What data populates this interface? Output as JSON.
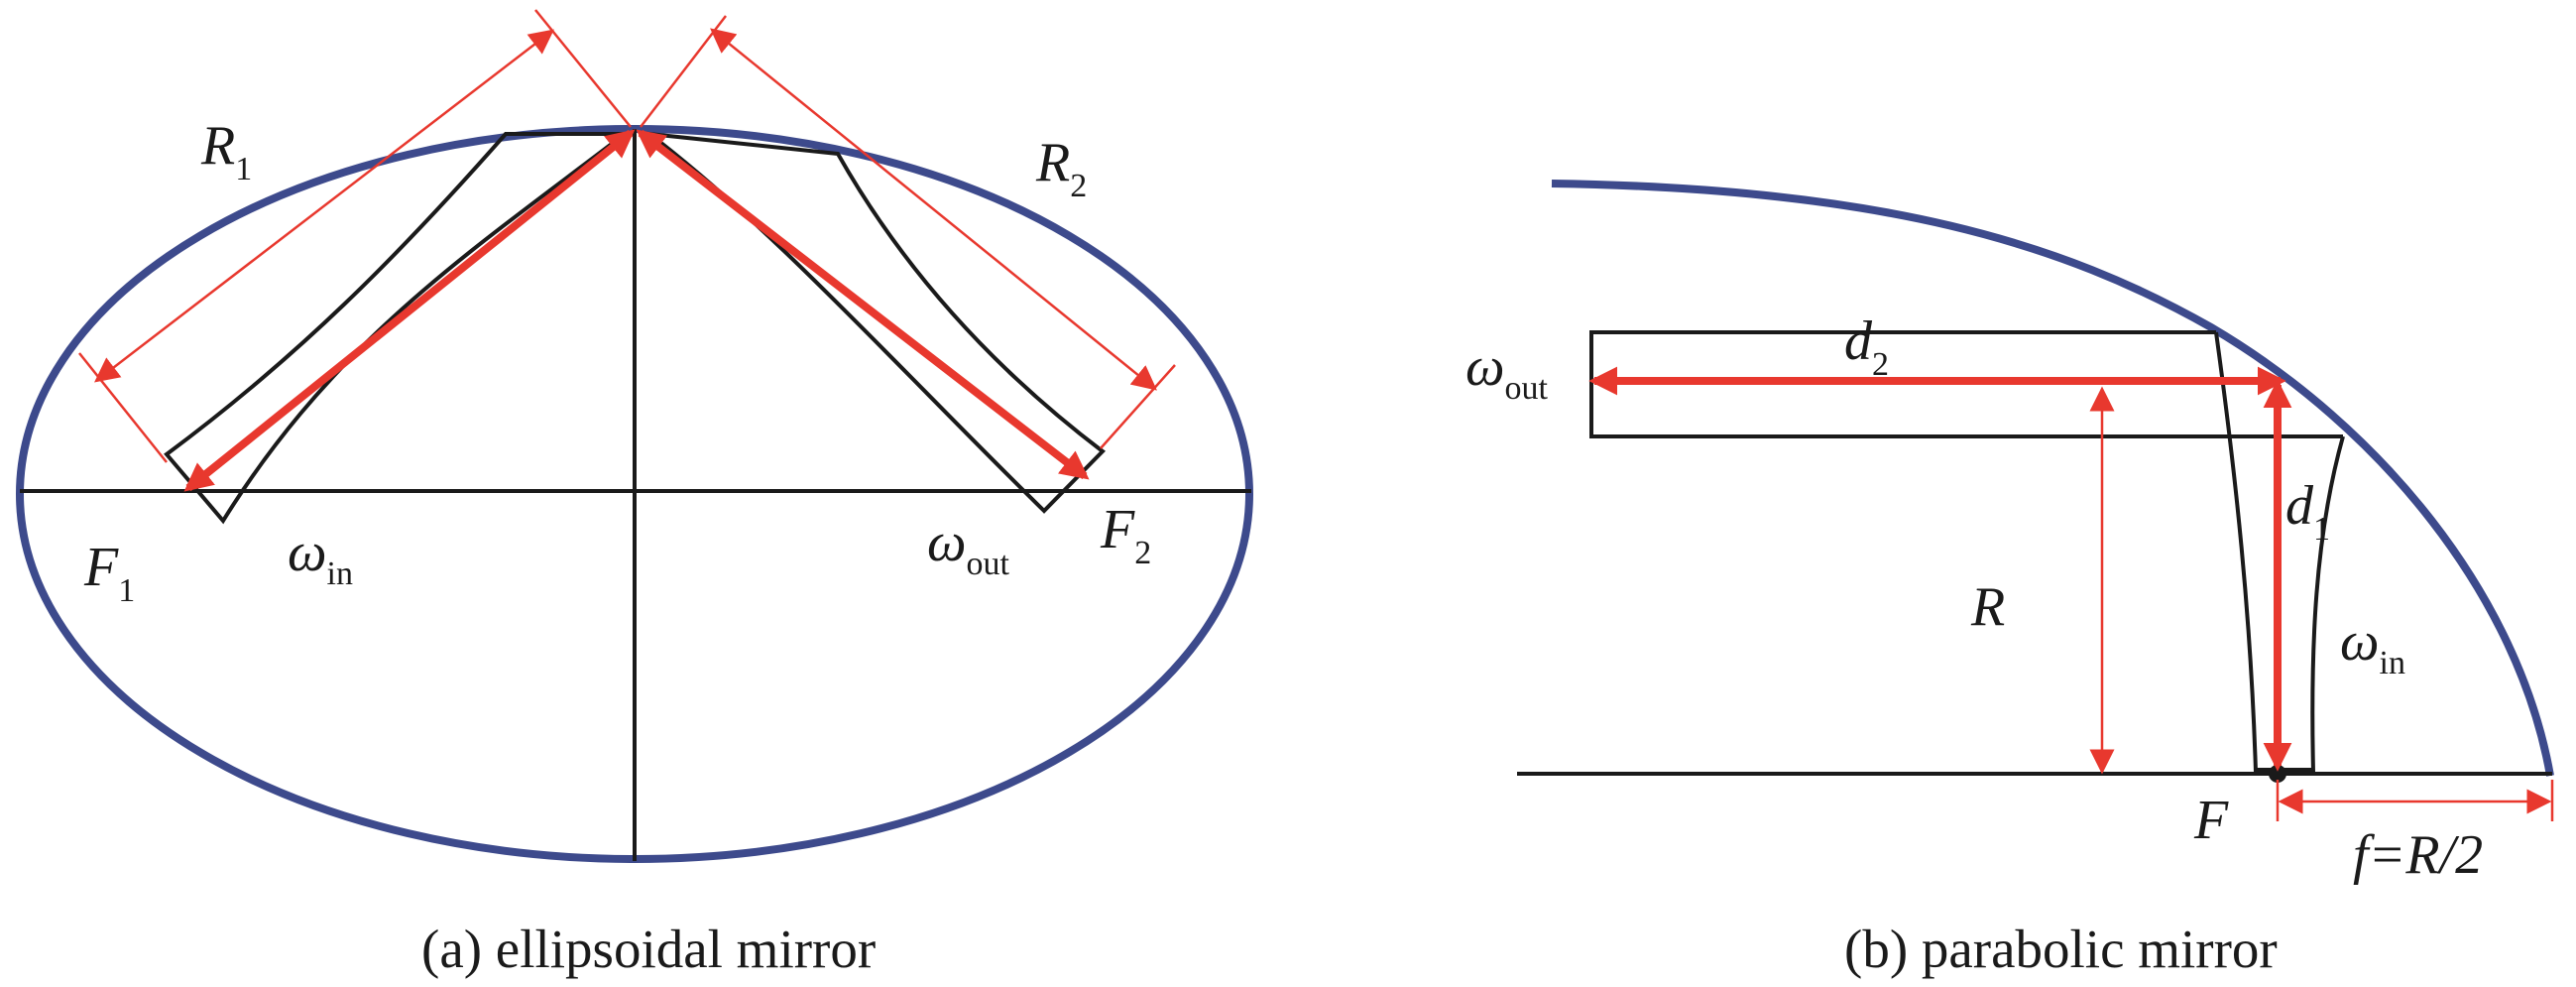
{
  "panel_a": {
    "caption": "(a) ellipsoidal mirror",
    "labels": {
      "R1_main": "R",
      "R1_sub": "1",
      "R2_main": "R",
      "R2_sub": "2",
      "F1_main": "F",
      "F1_sub": "1",
      "F2_main": "F",
      "F2_sub": "2",
      "win_main": "ω",
      "win_sub": "in",
      "wout_main": "ω",
      "wout_sub": "out"
    }
  },
  "panel_b": {
    "caption": "(b) parabolic mirror",
    "labels": {
      "wout_main": "ω",
      "wout_sub": "out",
      "d2_main": "d",
      "d2_sub": "2",
      "d1_main": "d",
      "d1_sub": "1",
      "R": "R",
      "win_main": "ω",
      "win_sub": "in",
      "F": "F",
      "focal": "f=R/2"
    }
  },
  "colors": {
    "mirror": "#3d4a8c",
    "arrow": "#e8382e",
    "line": "#1a1a1a"
  }
}
